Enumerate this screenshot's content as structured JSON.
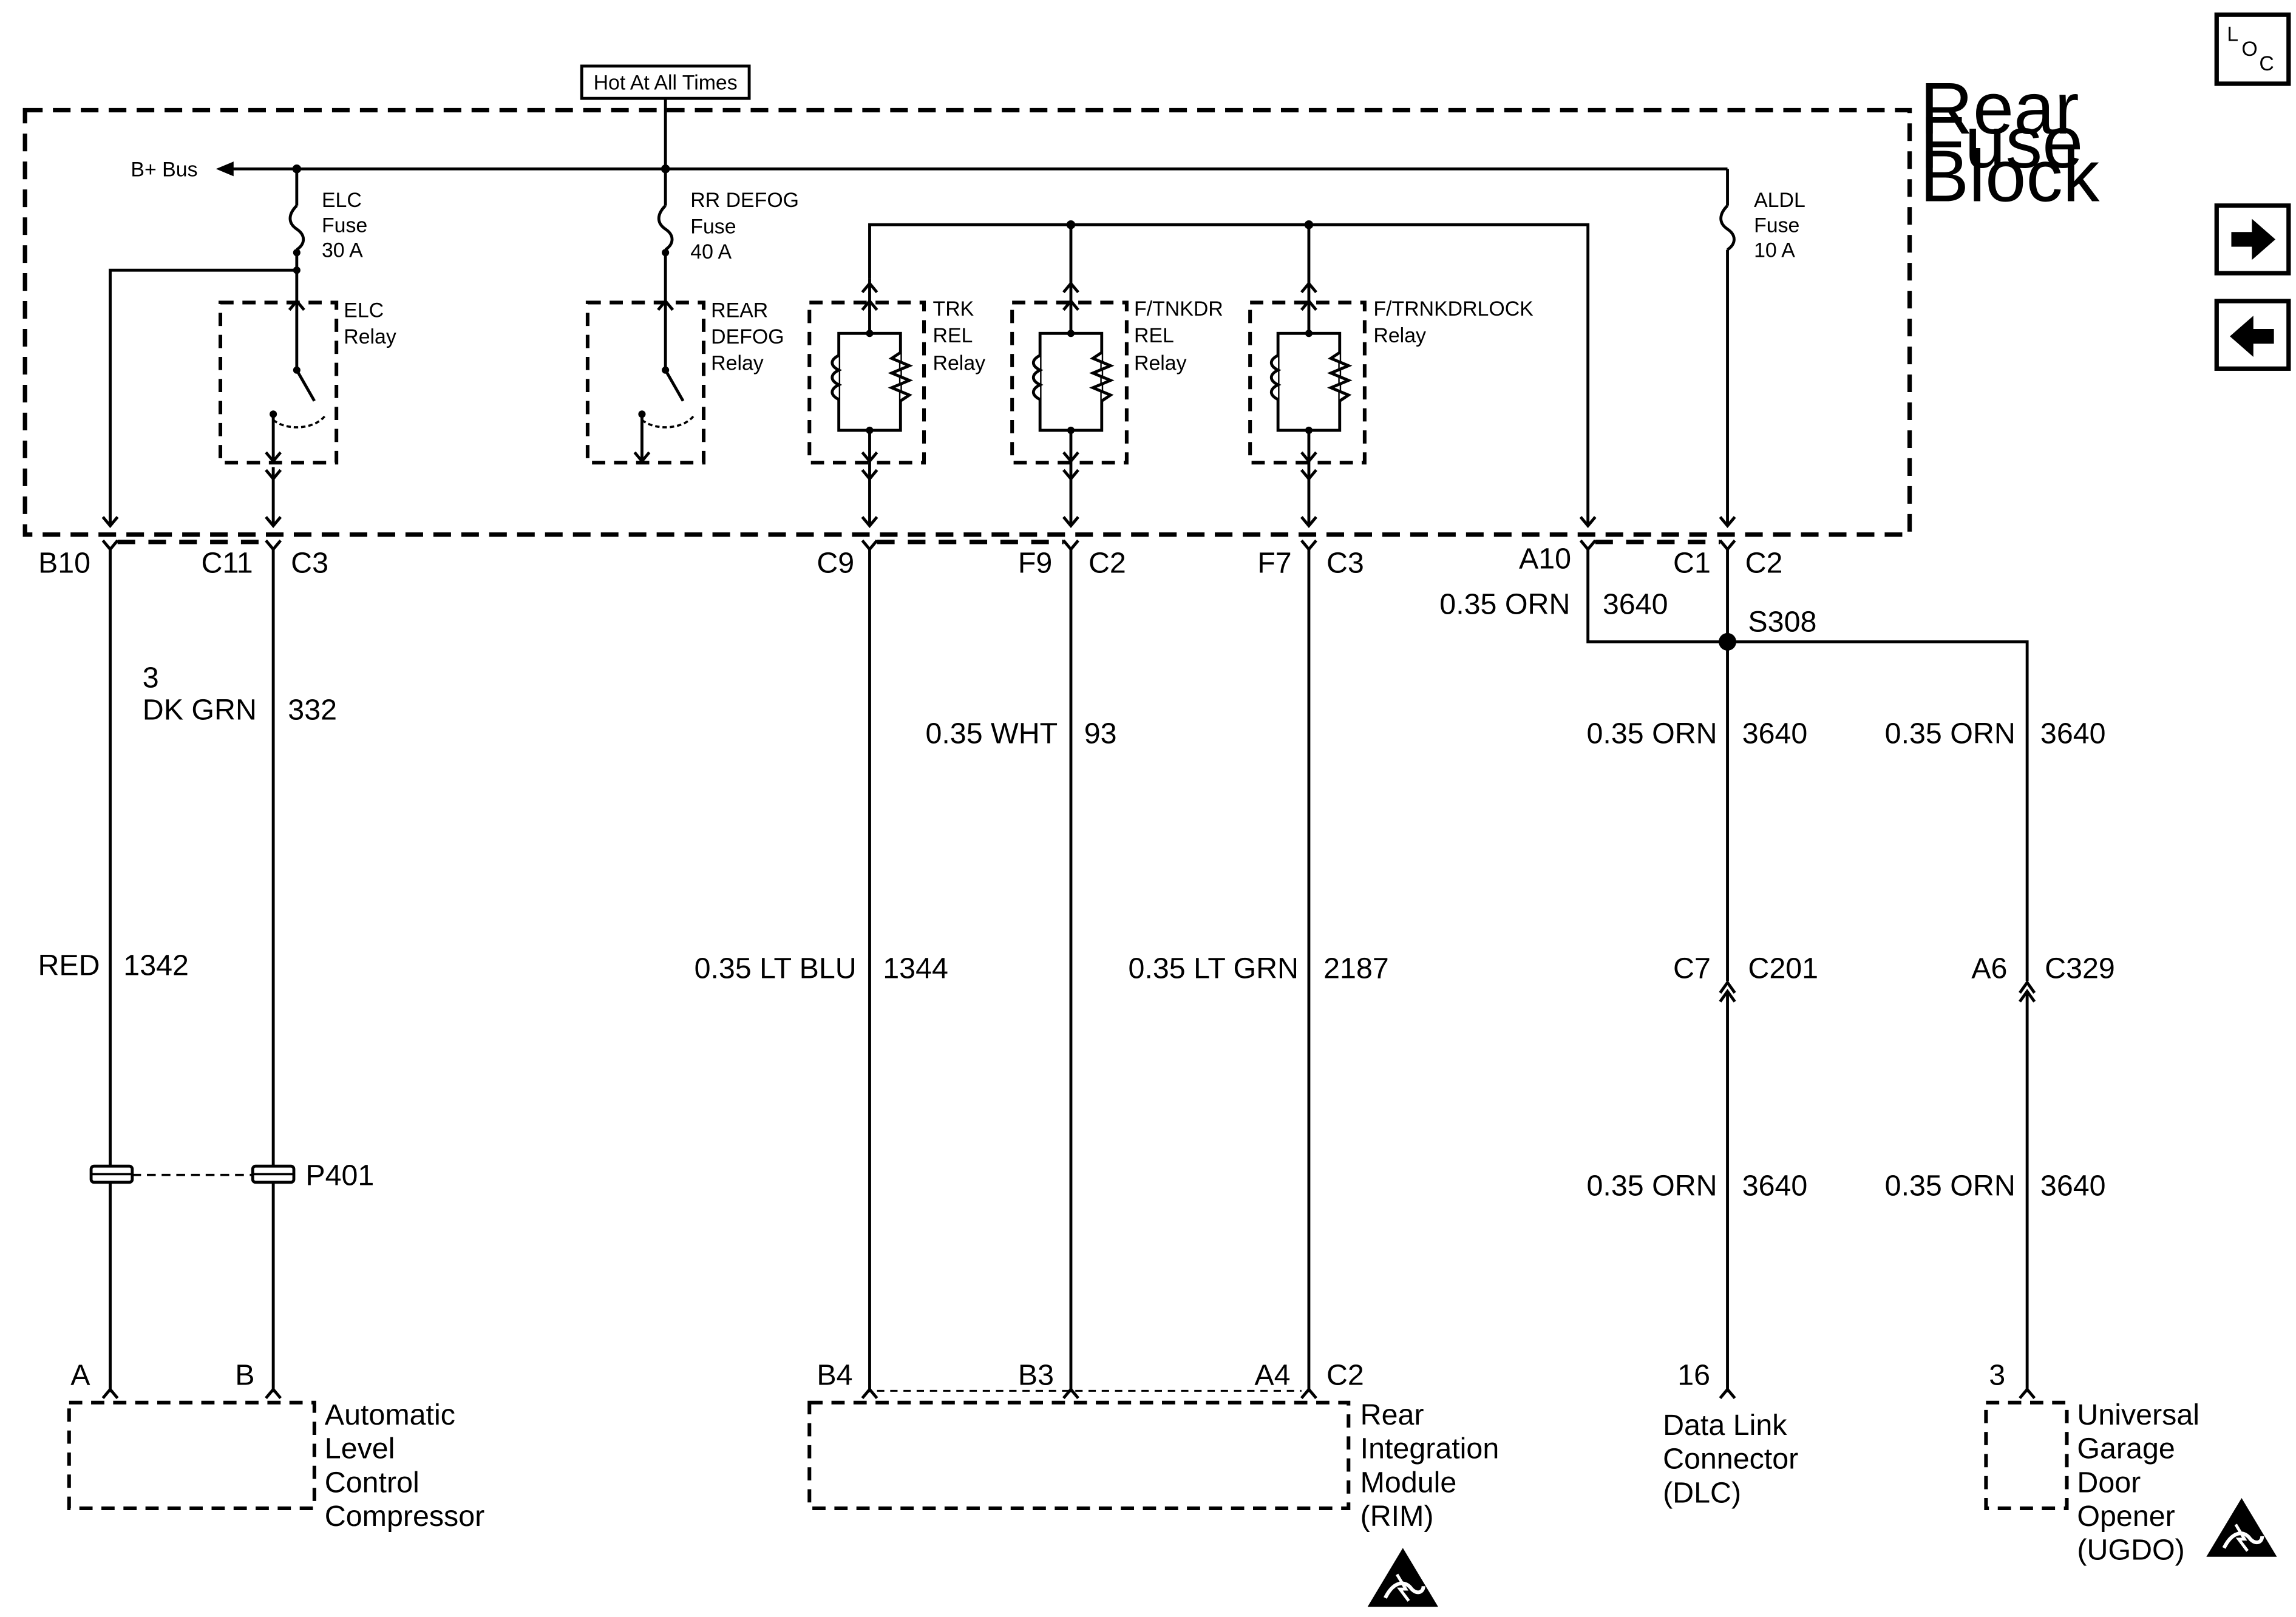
{
  "header": {
    "hot": "Hot At All Times",
    "bbus": "B+ Bus"
  },
  "block": {
    "name": [
      "Rear",
      "Fuse",
      "Block"
    ]
  },
  "fuses": {
    "elc": [
      "ELC",
      "Fuse",
      "30 A"
    ],
    "rr": [
      "RR DEFOG",
      "Fuse",
      "40 A"
    ],
    "aldl": [
      "ALDL",
      "Fuse",
      "10 A"
    ]
  },
  "relays": {
    "elc": [
      "ELC",
      "Relay"
    ],
    "rear": [
      "REAR",
      "DEFOG",
      "Relay"
    ],
    "trk": [
      "TRK",
      "REL",
      "Relay"
    ],
    "ftnk": [
      "F/TNKDR",
      "REL",
      "Relay"
    ],
    "flock": [
      "F/TRNKDRLOCK",
      "Relay"
    ]
  },
  "terminals": {
    "b10": "B10",
    "c11": "C11",
    "c3a": "C3",
    "c9": "C9",
    "f9": "F9",
    "c2a": "C2",
    "f7": "F7",
    "c3b": "C3",
    "a10": "A10",
    "c1": "C1",
    "c2b": "C2",
    "c7": "C7",
    "c201": "C201",
    "a6": "A6",
    "c329": "C329",
    "pa": "A",
    "pb": "B",
    "b4": "B4",
    "b3": "B3",
    "a4": "A4",
    "c2c": "C2",
    "p16": "16",
    "p3": "3"
  },
  "splice": "S308",
  "connector_p401": "P401",
  "wires": {
    "a10_color": "0.35 ORN",
    "a10_num": "3640",
    "dkgrn_gauge": "3",
    "dkgrn_color": "DK GRN",
    "dkgrn_num": "332",
    "wht_color": "0.35 WHT",
    "wht_num": "93",
    "orn1_color": "0.35 ORN",
    "orn1_num": "3640",
    "orn2_color": "0.35 ORN",
    "orn2_num": "3640",
    "red_color": "RED",
    "red_num": "1342",
    "ltblu_color": "0.35 LT BLU",
    "ltblu_num": "1344",
    "ltgrn_color": "0.35 LT GRN",
    "ltgrn_num": "2187",
    "orn3_color": "0.35 ORN",
    "orn3_num": "3640",
    "orn4_color": "0.35 ORN",
    "orn4_num": "3640"
  },
  "components": {
    "alc": [
      "Automatic",
      "Level",
      "Control",
      "Compressor"
    ],
    "rim": [
      "Rear",
      "Integration",
      "Module",
      "(RIM)"
    ],
    "dlc": [
      "Data Link",
      "Connector",
      "(DLC)"
    ],
    "ugdo": [
      "Universal",
      "Garage",
      "Door",
      "Opener",
      "(UGDO)"
    ]
  },
  "loc": {
    "l": "L",
    "o": "O",
    "c": "C"
  },
  "nav": {
    "forward": "right-arrow-icon",
    "back": "left-arrow-icon"
  }
}
